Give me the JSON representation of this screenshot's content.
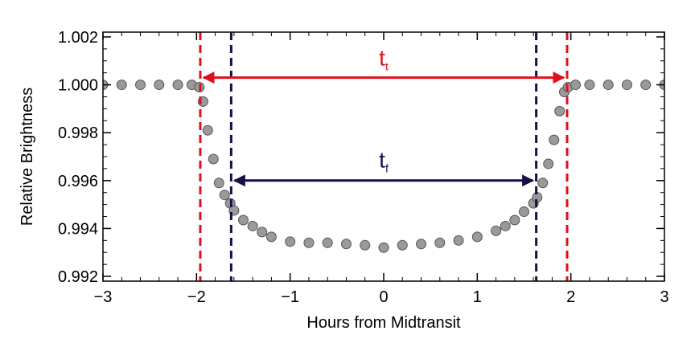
{
  "chart_data": {
    "type": "scatter",
    "title": "",
    "xlabel": "Hours from Midtransit",
    "ylabel": "Relative Brightness",
    "xlim": [
      -3,
      3
    ],
    "ylim": [
      0.9918,
      1.0022
    ],
    "xticks": [
      -3,
      -2,
      -1,
      0,
      1,
      2,
      3
    ],
    "xtick_labels": [
      "−3",
      "−2",
      "−1",
      "0",
      "1",
      "2",
      "3"
    ],
    "yticks": [
      0.992,
      0.994,
      0.996,
      0.998,
      1.0,
      1.002
    ],
    "ytick_labels": [
      "0.992",
      "0.994",
      "0.996",
      "0.998",
      "1.000",
      "1.002"
    ],
    "grid": false,
    "series": [
      {
        "marker": "circle",
        "color": "#9a9a9a",
        "edge_color": "#555555",
        "x": [
          -3.0,
          -2.8,
          -2.6,
          -2.4,
          -2.2,
          -2.05,
          -1.97,
          -1.93,
          -1.88,
          -1.82,
          -1.76,
          -1.7,
          -1.64,
          -1.6,
          -1.5,
          -1.4,
          -1.3,
          -1.2,
          -1.0,
          -0.8,
          -0.6,
          -0.4,
          -0.2,
          0.0,
          0.2,
          0.4,
          0.6,
          0.8,
          1.0,
          1.2,
          1.3,
          1.4,
          1.5,
          1.6,
          1.64,
          1.7,
          1.76,
          1.82,
          1.88,
          1.93,
          1.97,
          2.05,
          2.2,
          2.4,
          2.6,
          2.8,
          3.0
        ],
        "y": [
          1.0,
          1.0,
          1.0,
          1.0,
          1.0,
          1.0,
          0.9999,
          0.9993,
          0.9981,
          0.9969,
          0.9959,
          0.9954,
          0.99505,
          0.99475,
          0.99435,
          0.9941,
          0.99385,
          0.99365,
          0.99345,
          0.9934,
          0.9934,
          0.99335,
          0.9933,
          0.9932,
          0.9933,
          0.99335,
          0.9934,
          0.9935,
          0.99365,
          0.9939,
          0.9941,
          0.99435,
          0.9947,
          0.99505,
          0.9953,
          0.9959,
          0.9967,
          0.9977,
          0.9989,
          0.9997,
          0.9999,
          1.0,
          1.0,
          1.0,
          1.0,
          1.0,
          1.0
        ]
      }
    ],
    "vertical_lines": [
      {
        "x": -1.96,
        "color": "#e0101a",
        "style": "dashed"
      },
      {
        "x": 1.96,
        "color": "#e0101a",
        "style": "dashed"
      },
      {
        "x": -1.63,
        "color": "#14104a",
        "style": "dashed"
      },
      {
        "x": 1.63,
        "color": "#14104a",
        "style": "dashed"
      }
    ],
    "annotations": [
      {
        "label": "t",
        "subscript": "t",
        "x_from": -1.96,
        "x_to": 1.96,
        "y": 1.0003,
        "label_y": 1.0008,
        "color": "#e0101a"
      },
      {
        "label": "t",
        "subscript": "f",
        "x_from": -1.63,
        "x_to": 1.63,
        "y": 0.996,
        "label_y": 0.99655,
        "color": "#14104a"
      }
    ]
  }
}
